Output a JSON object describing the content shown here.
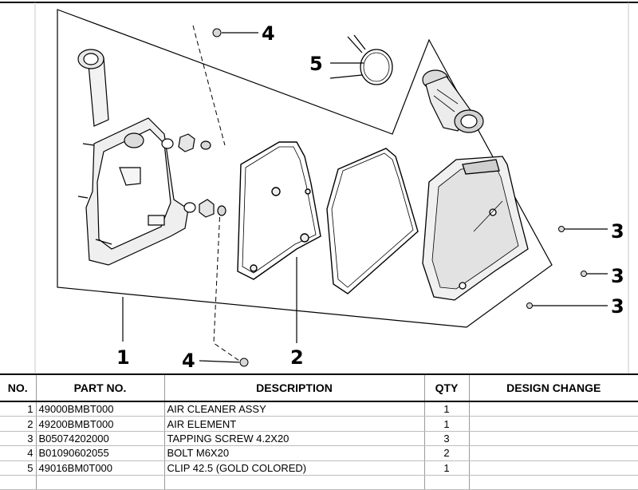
{
  "diagram": {
    "callouts": [
      "1",
      "2",
      "3",
      "3",
      "3",
      "4",
      "4",
      "5"
    ]
  },
  "table": {
    "headers": {
      "no": "NO.",
      "part_no": "PART NO.",
      "description": "DESCRIPTION",
      "qty": "QTY",
      "design_change": "DESIGN CHANGE"
    },
    "rows": [
      {
        "no": "1",
        "part_no": "49000BMBT000",
        "description": "AIR CLEANER ASSY",
        "qty": "1",
        "design_change": ""
      },
      {
        "no": "2",
        "part_no": "49200BMBT000",
        "description": "AIR ELEMENT",
        "qty": "1",
        "design_change": ""
      },
      {
        "no": "3",
        "part_no": "B05074202000",
        "description": "TAPPING SCREW 4.2X20",
        "qty": "3",
        "design_change": ""
      },
      {
        "no": "4",
        "part_no": "B01090602055",
        "description": "BOLT M6X20",
        "qty": "2",
        "design_change": ""
      },
      {
        "no": "5",
        "part_no": "49016BM0T000",
        "description": "CLIP 42.5 (GOLD COLORED)",
        "qty": "1",
        "design_change": ""
      },
      {
        "no": "",
        "part_no": "",
        "description": "",
        "qty": "",
        "design_change": ""
      }
    ]
  }
}
